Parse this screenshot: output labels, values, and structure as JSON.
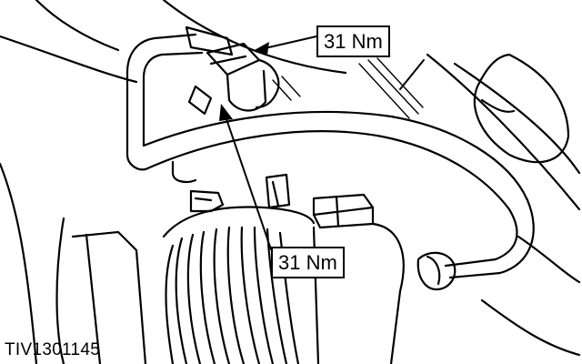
{
  "callouts": {
    "top_torque": "31 Nm",
    "bottom_torque": "31 Nm"
  },
  "figure_id": "TIV1301145",
  "colors": {
    "line": "#000000",
    "background": "#ffffff"
  }
}
